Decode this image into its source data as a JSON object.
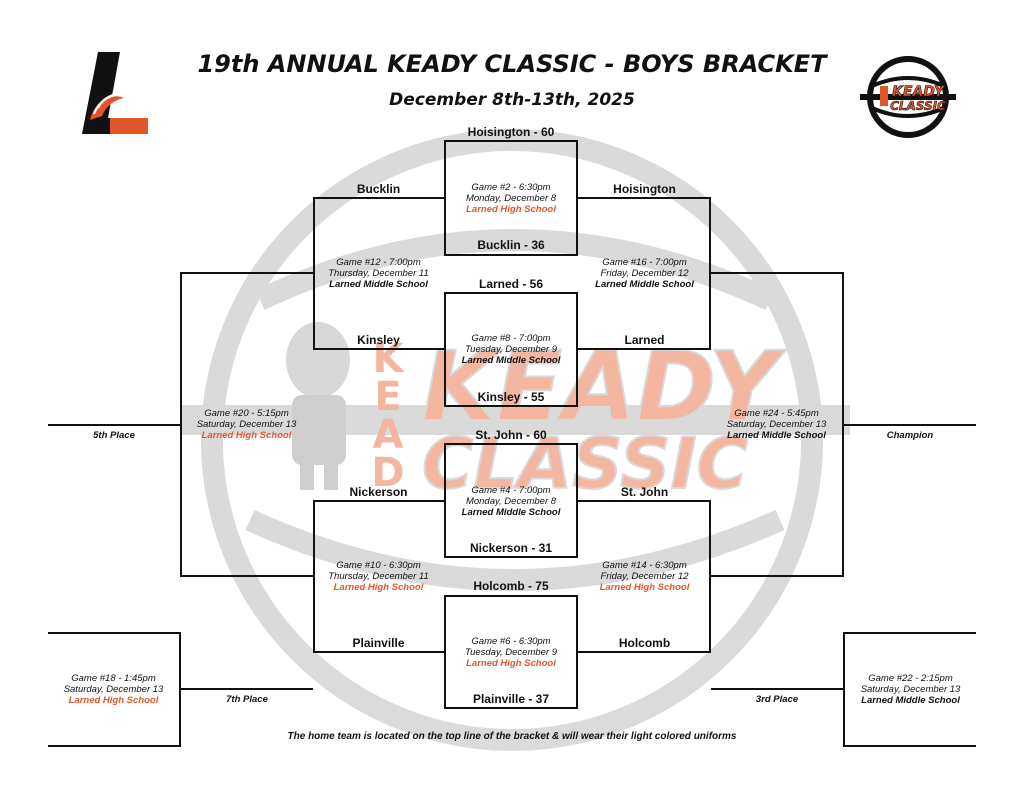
{
  "header": {
    "title": "19th ANNUAL KEADY CLASSIC - BOYS BRACKET",
    "subtitle": "December 8th-13th, 2025"
  },
  "logo_right": {
    "text_line1": "KEADY",
    "text_line2": "CLASSIC"
  },
  "watermark": {
    "line1": "KEADY",
    "line2": "CLASSIC",
    "vertical": "KEADY"
  },
  "games": {
    "g2": {
      "num": "Game #2 - 6:30pm",
      "date": "Monday, December 8",
      "loc": "Larned High School"
    },
    "g8": {
      "num": "Game #8 - 7:00pm",
      "date": "Tuesday, December 9",
      "loc": "Larned Middle School"
    },
    "g4": {
      "num": "Game #4 - 7:00pm",
      "date": "Monday, December 8",
      "loc": "Larned Middle School"
    },
    "g6": {
      "num": "Game #6 - 6:30pm",
      "date": "Tuesday, December 9",
      "loc": "Larned High School"
    },
    "g12": {
      "num": "Game #12 - 7:00pm",
      "date": "Thursday, December 11",
      "loc": "Larned Middle School"
    },
    "g10": {
      "num": "Game #10 - 6:30pm",
      "date": "Thursday, December 11",
      "loc": "Larned High School"
    },
    "g16": {
      "num": "Game #16 - 7:00pm",
      "date": "Friday, December 12",
      "loc": "Larned Middle School"
    },
    "g14": {
      "num": "Game #14 - 6:30pm",
      "date": "Friday, December 12",
      "loc": "Larned High School"
    },
    "g20": {
      "num": "Game #20 - 5:15pm",
      "date": "Saturday, December 13",
      "loc": "Larned High School"
    },
    "g24": {
      "num": "Game #24 - 5:45pm",
      "date": "Saturday, December 13",
      "loc": "Larned Middle School"
    },
    "g18": {
      "num": "Game #18 - 1:45pm",
      "date": "Saturday, December 13",
      "loc": "Larned High School"
    },
    "g22": {
      "num": "Game #22 - 2:15pm",
      "date": "Saturday, December 13",
      "loc": "Larned Middle School"
    }
  },
  "round1": {
    "g2_top": "Hoisington - 60",
    "g2_bottom": "Bucklin - 36",
    "g8_top": "Larned - 56",
    "g8_bottom": "Kinsley - 55",
    "g4_top": "St. John - 60",
    "g4_bottom": "Nickerson - 31",
    "g6_top": "Holcomb - 75",
    "g6_bottom": "Plainville - 37"
  },
  "consolation": {
    "top": "Bucklin",
    "mid_top": "Kinsley",
    "mid_bottom": "Nickerson",
    "bottom": "Plainville"
  },
  "winners": {
    "top": "Hoisington",
    "mid_top": "Larned",
    "mid_bottom": "St. John",
    "bottom": "Holcomb"
  },
  "places": {
    "fifth": "5th Place",
    "champion": "Champion",
    "seventh": "7th Place",
    "third": "3rd Place"
  },
  "footer": "The home team is located on the top line of the bracket & will wear their light colored uniforms",
  "colors": {
    "accent": "#e2572a",
    "line": "#111111",
    "watermark": "#cfcfcf"
  }
}
